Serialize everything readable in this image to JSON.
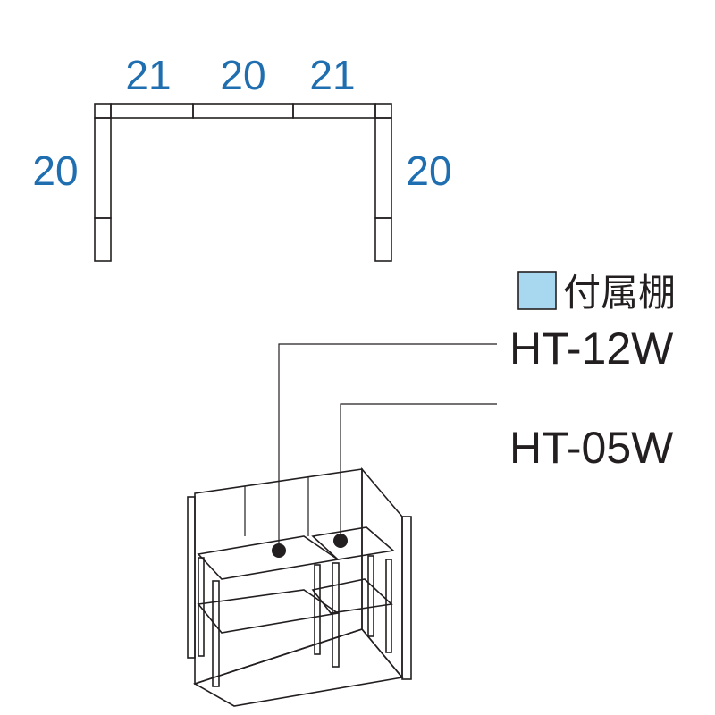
{
  "plan": {
    "top_dims": [
      "21",
      "20",
      "21"
    ],
    "left_dim": "20",
    "right_dim": "20"
  },
  "legend": {
    "label": "付属棚"
  },
  "callouts": {
    "upper": "HT-12W",
    "lower": "HT-05W"
  },
  "colors": {
    "shelf_blue": "#a8d8f0",
    "shelf_pink": "#f2b8d0",
    "dimension_text": "#1f6eb0",
    "outline": "#231f20"
  }
}
